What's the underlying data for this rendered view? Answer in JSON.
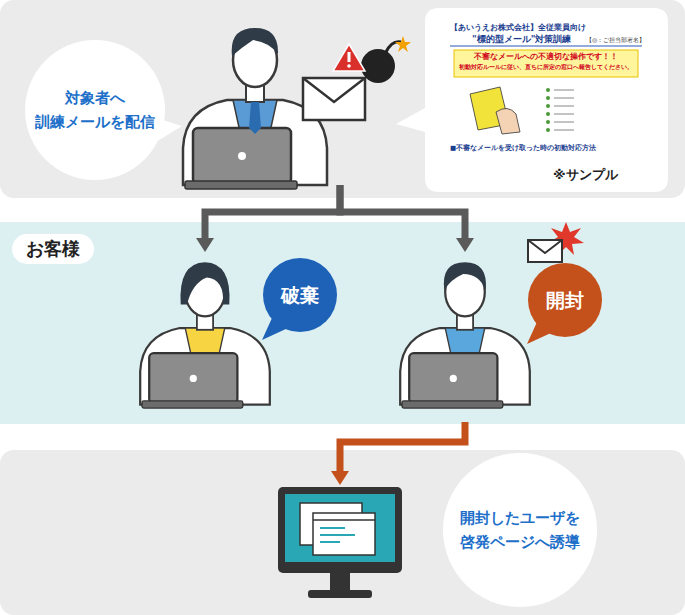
{
  "diagram": {
    "nodes": [
      {
        "text": [
          "対象者へ 訓練メールを配信"
        ]
      },
      {
        "text": [
          "【あいうえお株式会社】全従業員向け",
          "\"標的型メール\"対策訓練",
          "【◎：ご担当部署名】",
          "不審なメールへの不適切な操作です！！",
          "初動対応ルールに従い、直ちに所定の窓口へ報告してください。",
          "■不審なメールを受け取った時の初動対応方法"
        ]
      },
      {
        "text": [
          "お客様"
        ]
      },
      {
        "text": [
          "破棄"
        ],
        "in": 2
      },
      {
        "text": [
          "開封"
        ],
        "in": 2
      },
      {
        "text": [
          "開封したユーザを 啓発ページへ誘導"
        ]
      }
    ],
    "edges": [
      {
        "from": 0,
        "to": 3,
        "arrow": "to"
      },
      {
        "from": 0,
        "to": 4,
        "arrow": "to"
      },
      {
        "from": 4,
        "to": 5,
        "arrow": "to"
      }
    ],
    "labels": [
      "※サンプル"
    ]
  }
}
